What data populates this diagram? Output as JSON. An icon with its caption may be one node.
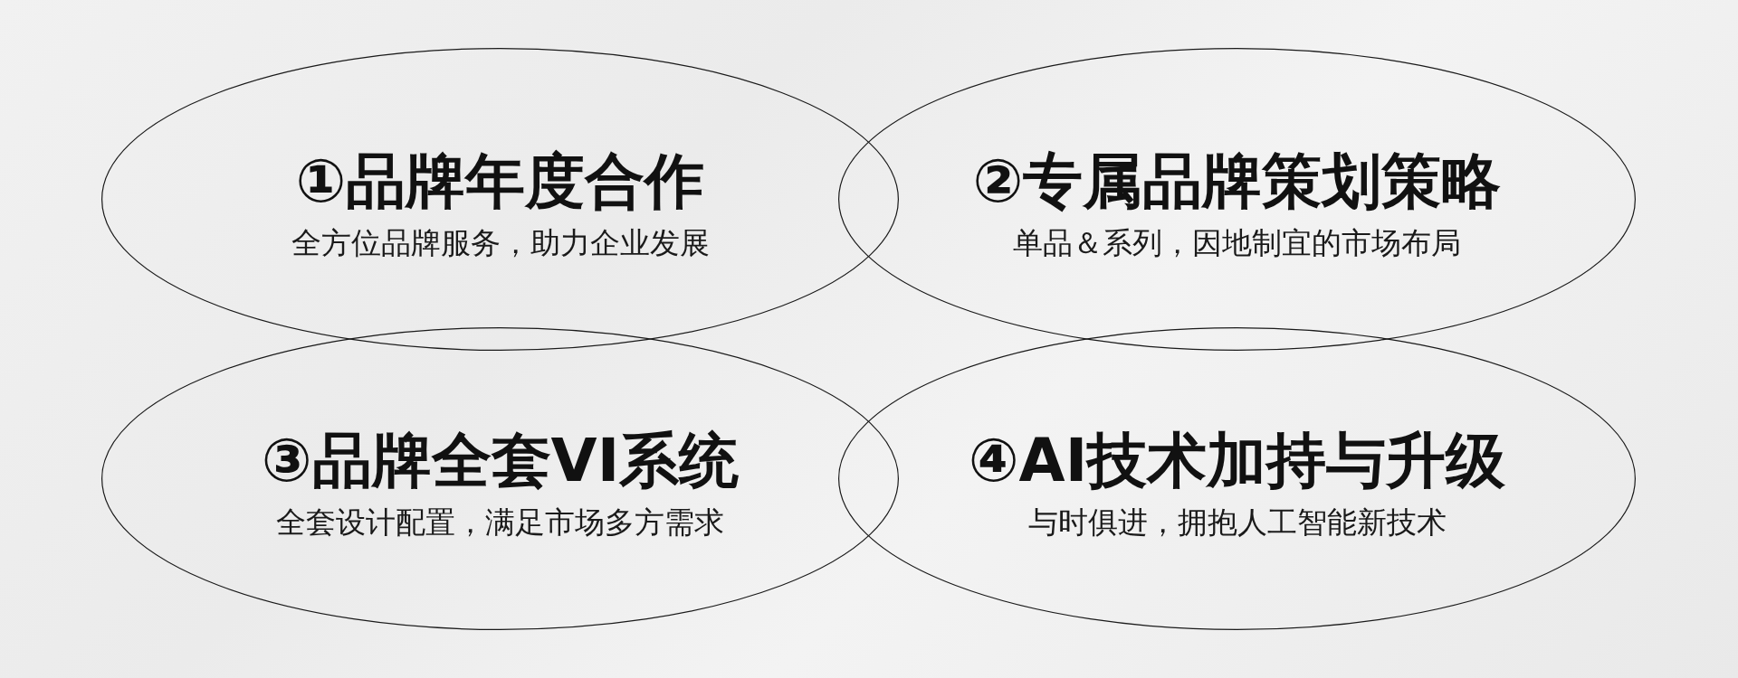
{
  "diagram": {
    "nodes": [
      {
        "text": [
          "①品牌年度合作",
          "全方位品牌服务，助力企业发展"
        ]
      },
      {
        "text": [
          "②专属品牌策划策略",
          "单品＆系列，因地制宜的市场布局"
        ]
      },
      {
        "text": [
          "③品牌全套VI系统",
          "全套设计配置，满足市场多方需求"
        ]
      },
      {
        "text": [
          "④AI技术加持与升级",
          "与时俱进，拥抱人工智能新技术"
        ]
      }
    ]
  }
}
